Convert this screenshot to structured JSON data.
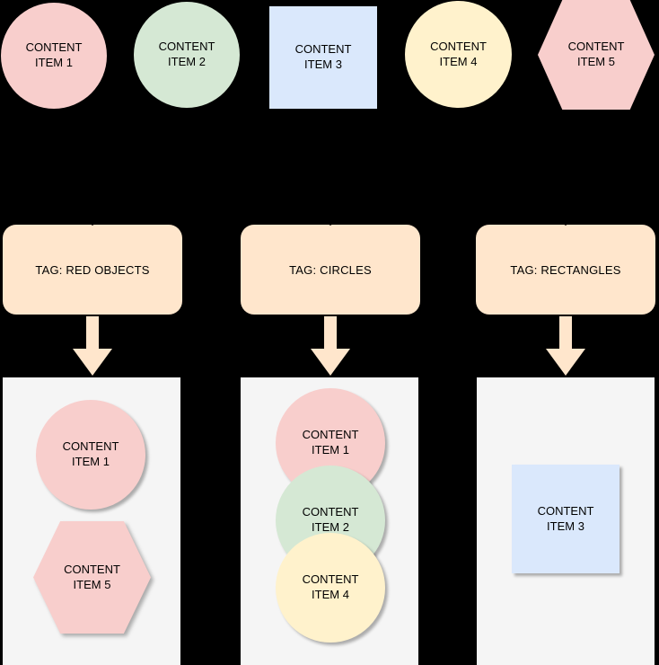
{
  "diagram": {
    "description_colors": {
      "background": "#000000",
      "pink": "#f8cecc",
      "green": "#d5e8d4",
      "blue": "#dae8fc",
      "yellow": "#fff2cc",
      "tag_fill": "#ffe6cc",
      "container_fill": "#f5f5f5",
      "text": "#000000"
    }
  },
  "top_items": [
    {
      "label": "CONTENT ITEM 1",
      "shape": "circle",
      "color": "#f8cecc"
    },
    {
      "label": "CONTENT ITEM 2",
      "shape": "circle",
      "color": "#d5e8d4"
    },
    {
      "label": "CONTENT ITEM 3",
      "shape": "square",
      "color": "#dae8fc"
    },
    {
      "label": "CONTENT ITEM 4",
      "shape": "circle",
      "color": "#fff2cc"
    },
    {
      "label": "CONTENT ITEM 5",
      "shape": "hexagon",
      "color": "#f8cecc"
    }
  ],
  "tags": [
    {
      "label": "TAG: RED OBJECTS"
    },
    {
      "label": "TAG: CIRCLES"
    },
    {
      "label": "TAG: RECTANGLES"
    }
  ],
  "groups": [
    {
      "tag": "TAG: RED OBJECTS",
      "items": [
        {
          "label": "CONTENT ITEM 1",
          "shape": "circle",
          "color": "#f8cecc"
        },
        {
          "label": "CONTENT ITEM 5",
          "shape": "hexagon",
          "color": "#f8cecc"
        }
      ]
    },
    {
      "tag": "TAG: CIRCLES",
      "items": [
        {
          "label": "CONTENT ITEM 1",
          "shape": "circle",
          "color": "#f8cecc"
        },
        {
          "label": "CONTENT ITEM 2",
          "shape": "circle",
          "color": "#d5e8d4"
        },
        {
          "label": "CONTENT ITEM 4",
          "shape": "circle",
          "color": "#fff2cc"
        }
      ]
    },
    {
      "tag": "TAG: RECTANGLES",
      "items": [
        {
          "label": "CONTENT ITEM 3",
          "shape": "square",
          "color": "#dae8fc"
        }
      ]
    }
  ]
}
